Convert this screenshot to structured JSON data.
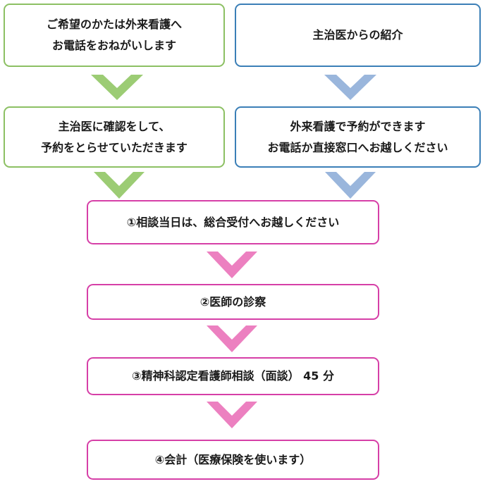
{
  "flow": {
    "left": {
      "step1": [
        "ご希望のかたは外来看護へ",
        "お電話をおねがいします"
      ],
      "step2": [
        "主治医に確認をして、",
        "予約をとらせていただきます"
      ]
    },
    "right": {
      "step1": [
        "主治医からの紹介"
      ],
      "step2": [
        "外来看護で予約ができます",
        "お電話か直接窓口へお越しください"
      ]
    },
    "steps": [
      "①相談当日は、総合受付へお越しください",
      "②医師の診察",
      "③精神科認定看護師相談（面談） 45 分",
      "④会計（医療保険を使います）"
    ]
  },
  "colors": {
    "green_border": "#8cc063",
    "green_arrow": "#9ccc74",
    "blue_border": "#3b7fb7",
    "blue_arrow": "#9ab6dc",
    "pink_border": "#d63fa7",
    "pink_arrow": "#ec80c0"
  }
}
